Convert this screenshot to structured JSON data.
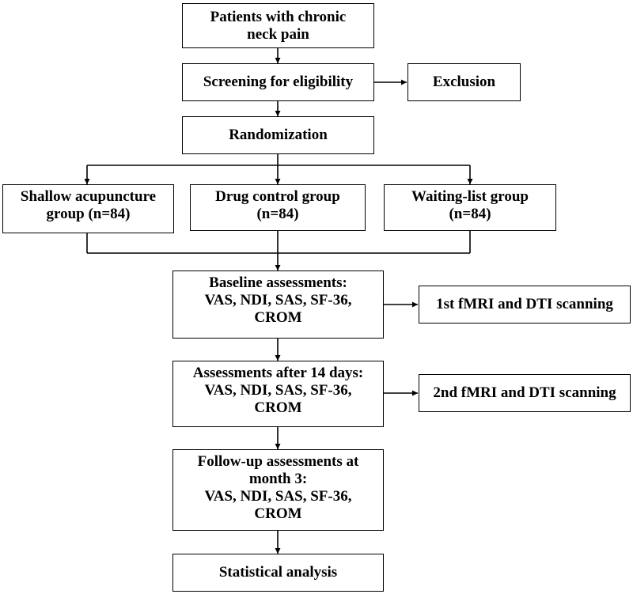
{
  "flowchart": {
    "patients": {
      "lines": [
        "Patients with chronic",
        "neck pain"
      ]
    },
    "screening": {
      "lines": [
        "Screening for eligibility"
      ]
    },
    "exclusion": {
      "lines": [
        "Exclusion"
      ]
    },
    "randomization": {
      "lines": [
        "Randomization"
      ]
    },
    "group_shallow": {
      "lines": [
        "Shallow acupuncture",
        "group (n=84)"
      ]
    },
    "group_drug": {
      "lines": [
        "Drug control group",
        "(n=84)"
      ]
    },
    "group_waiting": {
      "lines": [
        "Waiting-list group",
        "(n=84)"
      ]
    },
    "baseline": {
      "lines": [
        "Baseline assessments:",
        "VAS, NDI, SAS, SF-36,",
        "CROM"
      ]
    },
    "scan_1": {
      "lines": [
        "1st fMRI and DTI scanning"
      ]
    },
    "day14": {
      "lines": [
        "Assessments after 14 days:",
        "VAS, NDI, SAS, SF-36,",
        "CROM"
      ]
    },
    "scan_2": {
      "lines": [
        "2nd fMRI and DTI scanning"
      ]
    },
    "followup": {
      "lines": [
        "Follow-up assessments at",
        "month 3:",
        "VAS, NDI, SAS, SF-36,",
        "CROM"
      ]
    },
    "statistics": {
      "lines": [
        "Statistical analysis"
      ]
    }
  }
}
